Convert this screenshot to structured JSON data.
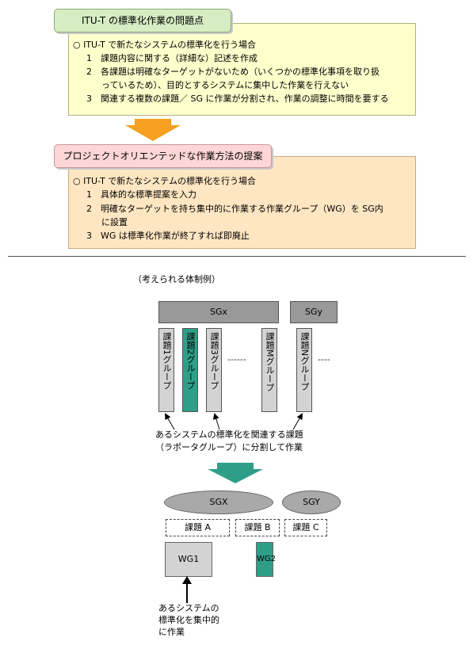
{
  "problems": {
    "title": "ITU-T の標準化作業の問題点",
    "lines": [
      "○ ITU-T で新たなシステムの標準化を行う場合",
      "1　課題内容に関する（詳細な）記述を作成",
      "2　各課題は明確なターゲットがないため（いくつかの標準化事項を取り扱",
      "っているため）、目的とするシステムに集中した作業を行えない",
      "3　関連する複数の課題／ SG に作業が分割され、作業の調整に時間を要する"
    ]
  },
  "proposal": {
    "title": "プロジェクトオリエンテッドな作業方法の提案",
    "lines": [
      "○ ITU-T で新たなシステムの標準化を行う場合",
      "1　具体的な標準提案を入力",
      "2　明確なターゲットを持ち集中的に作業する作業グループ（WG）を SG内",
      "に設置",
      "3　WG は標準化作業が終了すれば即廃止"
    ]
  },
  "structure_label": "（考えられる体制例）",
  "before": {
    "sgx": "SGx",
    "sgy": "SGy",
    "topics": [
      "課題1グループ",
      "課題2グループ",
      "課題3グループ",
      "課題Mグループ",
      "課題Nグループ"
    ],
    "dash1": "------",
    "dash2": "----",
    "caption_lines": [
      "あるシステムの標準化を関連する課題",
      "（ラポータグループ）に分割して作業"
    ]
  },
  "after": {
    "sgx": "SGX",
    "sgy": "SGY",
    "topic_a": "課題 A",
    "topic_b": "課題 B",
    "topic_c": "課題 C",
    "wg1": "WG1",
    "wg2": "WG2",
    "caption_lines": [
      "あるシステムの",
      "標準化を集中的",
      "に作業"
    ]
  },
  "colors": {
    "arrow_orange": "#f5a020",
    "arrow_teal": "#2e9e88",
    "wg2_teal": "#2e9e88"
  }
}
